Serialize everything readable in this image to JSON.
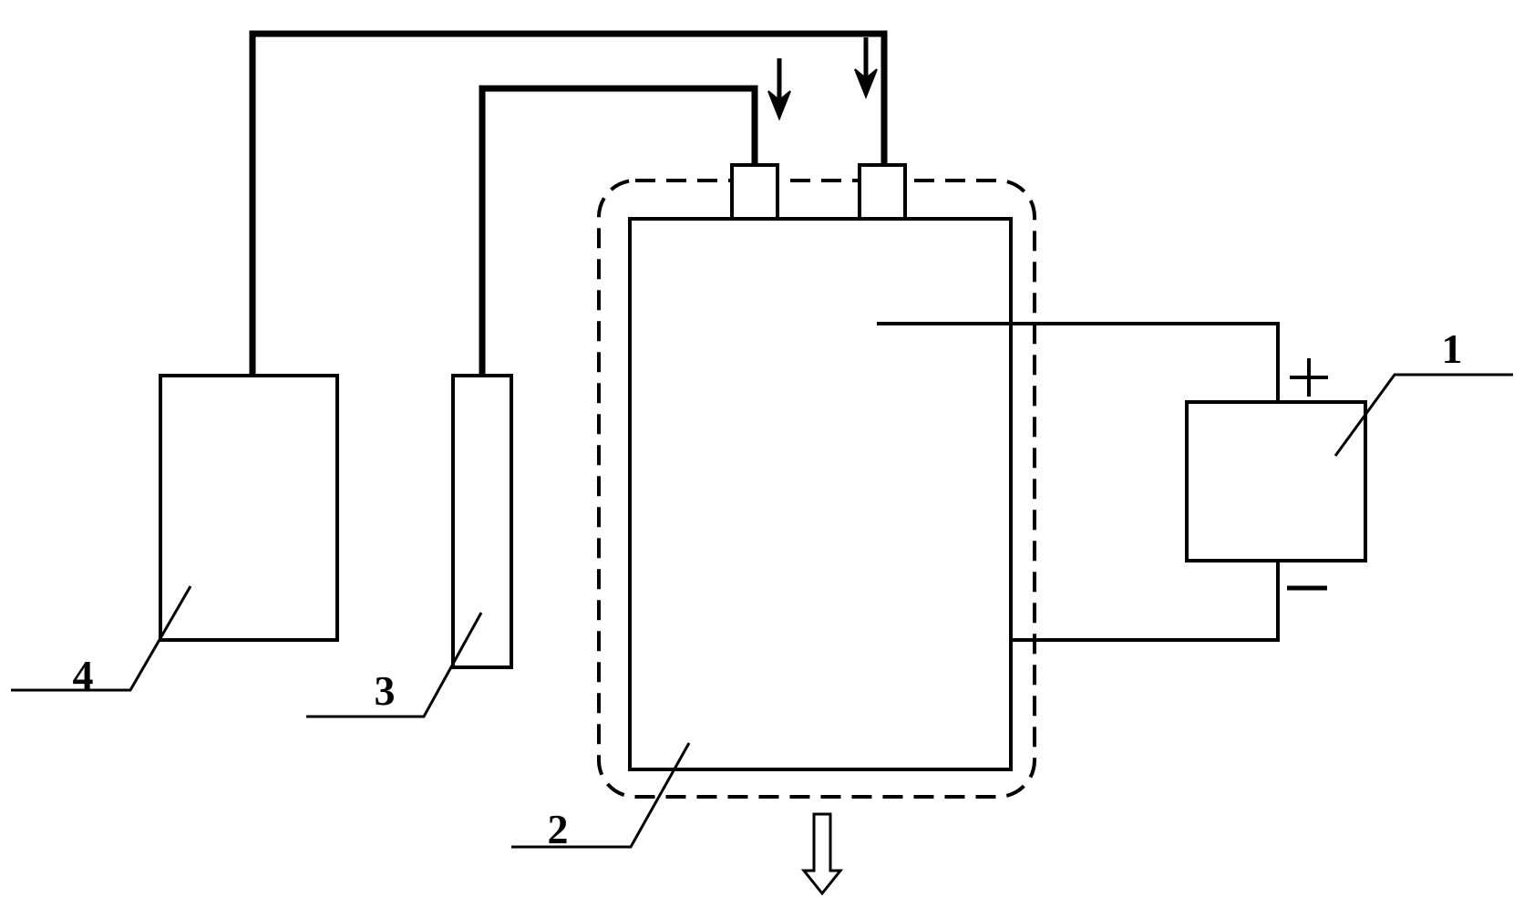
{
  "diagram": {
    "labels": {
      "power_supply": "1",
      "chamber": "2",
      "container_3": "3",
      "container_4": "4"
    },
    "signs": {
      "positive": "+",
      "negative": "−"
    },
    "colors": {
      "line": "#000000",
      "background": "#ffffff"
    }
  }
}
